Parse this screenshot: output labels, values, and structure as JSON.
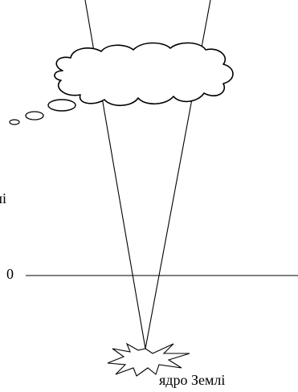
{
  "labels": {
    "left_partial": "лі",
    "zero": "0",
    "core": "ядро Землі"
  },
  "colors": {
    "ink": "#000000",
    "background": "#ffffff"
  }
}
